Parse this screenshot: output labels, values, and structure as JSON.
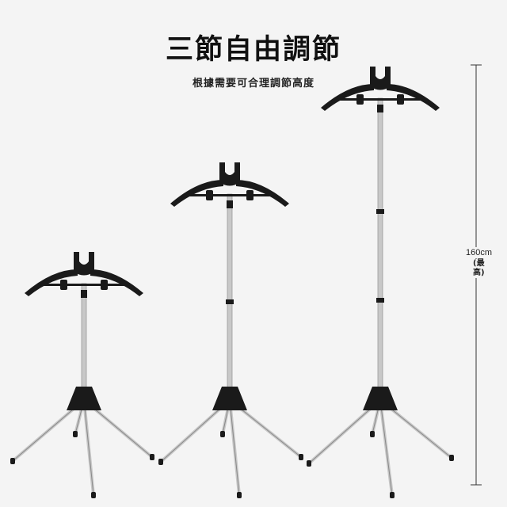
{
  "header": {
    "title": "三節自由調節",
    "subtitle": "根據需要可合理調節高度"
  },
  "measurement": {
    "height_label": "160cm",
    "note": "(最高)"
  },
  "stands": [
    {
      "name": "lowest"
    },
    {
      "name": "middle"
    },
    {
      "name": "highest"
    }
  ],
  "colors": {
    "background": "#f4f4f4",
    "hanger": "#1a1a1a",
    "pole": "#c8c8c8"
  }
}
